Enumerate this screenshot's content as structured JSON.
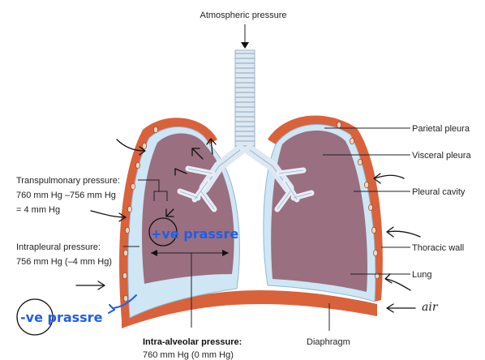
{
  "diagram": {
    "top_label": "Atmospheric pressure",
    "right_labels": {
      "parietal": "Parietal pleura",
      "visceral": "Visceral pleura",
      "cavity": "Pleural cavity",
      "thoracic": "Thoracic wall",
      "lung": "Lung",
      "diaphragm": "Diaphragm"
    },
    "left_labels": {
      "transpulmonary": [
        "Transpulmonary pressure:",
        "760 mm Hg –756 mm Hg",
        "= 4 mm Hg"
      ],
      "intrapleural": [
        "Intrapleural pressure:",
        "756 mm Hg (–4 mm Hg)"
      ]
    },
    "bottom_label": {
      "title": "Intra-alveolar pressure:",
      "value": "760 mm Hg (0 mm Hg)"
    }
  },
  "annotations": {
    "positive": "+ve prassre",
    "negative": "-ve prassre",
    "air": "air"
  }
}
